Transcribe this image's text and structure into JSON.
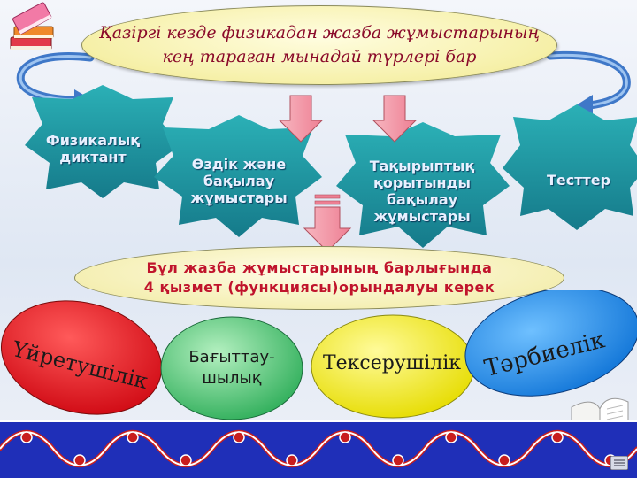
{
  "title": {
    "line1": "Қазіргі кезде физикадан жазба жұмыстарының",
    "line2": "кең тараған мынадай түрлері бар"
  },
  "types": [
    {
      "lines": [
        "Физикалық",
        "диктант"
      ]
    },
    {
      "lines": [
        "Өздік және",
        "бақылау",
        "жұмыстары"
      ]
    },
    {
      "lines": [
        "Тақырыптық",
        "қорытынды",
        "бақылау",
        "жұмыстары"
      ]
    },
    {
      "lines": [
        "Тесттер"
      ]
    }
  ],
  "summary": {
    "line1": "Бұл жазба жұмыстарының барлығында",
    "line2": "4 қызмет (функциясы)орындалуы керек"
  },
  "functions": [
    {
      "label": "Үйретушілік",
      "color": "#e8121e"
    },
    {
      "lines": [
        "Бағыттау-",
        "шылық"
      ],
      "color": "#3fc06a"
    },
    {
      "label": "Тексерушілік",
      "color": "#f4ef10"
    },
    {
      "label": "Тәрбиелік",
      "color": "#1f8fe6"
    }
  ],
  "colors": {
    "star_fill": "#1f9fa6",
    "arrow_fill": "#f59aa8",
    "curve_arrow": "#3f78c8",
    "border_blue": "#1f2fb8",
    "border_red": "#c81e1e"
  },
  "icons": [
    "books-icon",
    "open-book-icon",
    "menu-icon"
  ]
}
